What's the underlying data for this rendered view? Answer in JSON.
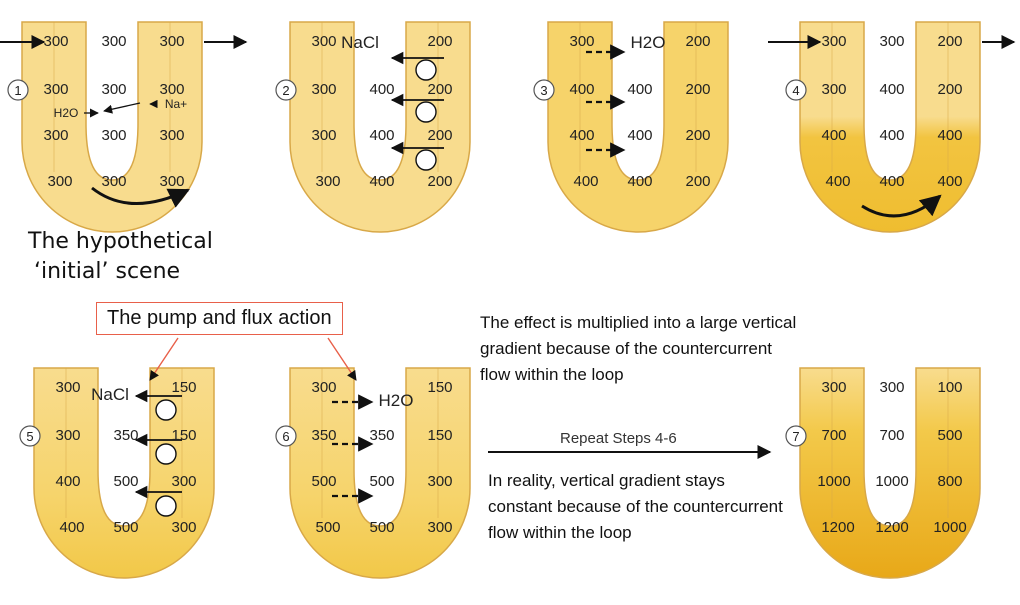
{
  "colors": {
    "tube_fill": "#f8dc8e",
    "tube_edge": "#d8a848",
    "tube_inner": "#ffffff",
    "dense_fill": "#f0c030",
    "densest_fill": "#e8a818",
    "arrow": "#111111",
    "callout_red": "#e8604a"
  },
  "captions": {
    "initial_line1": "The hypothetical",
    "initial_line2": "‘initial’ scene",
    "pump_flux": "The pump and flux action",
    "multiplied": "The effect is multiplied into a large vertical gradient because of the countercurrent flow within the loop",
    "repeat": "Repeat Steps 4-6",
    "reality": "In reality, vertical gradient stays constant because of the countercurrent flow within the loop"
  },
  "panels": [
    {
      "step": "1",
      "cells": {
        "l1": "300",
        "m1": "300",
        "r1": "300",
        "l2": "300",
        "m2": "300",
        "r2": "300",
        "l3": "300",
        "m3": "300",
        "r3": "300",
        "l4": "300",
        "m4": "300",
        "r4": "300"
      },
      "labels": [
        "H2O",
        "Na+"
      ]
    },
    {
      "step": "2",
      "cells": {
        "l1": "300",
        "m1": "",
        "r1": "200",
        "l2": "300",
        "m2": "400",
        "r2": "200",
        "l3": "300",
        "m3": "400",
        "r3": "200",
        "l4": "300",
        "m4": "400",
        "r4": "200"
      },
      "labels": [
        "NaCl"
      ]
    },
    {
      "step": "3",
      "cells": {
        "l1": "300",
        "m1": "",
        "r1": "200",
        "l2": "400",
        "m2": "400",
        "r2": "200",
        "l3": "400",
        "m3": "400",
        "r3": "200",
        "l4": "400",
        "m4": "400",
        "r4": "200"
      },
      "labels": [
        "H2O"
      ]
    },
    {
      "step": "4",
      "cells": {
        "l1": "300",
        "m1": "300",
        "r1": "200",
        "l2": "300",
        "m2": "400",
        "r2": "200",
        "l3": "400",
        "m3": "400",
        "r3": "400",
        "l4": "400",
        "m4": "400",
        "r4": "400"
      },
      "labels": []
    },
    {
      "step": "5",
      "cells": {
        "l1": "300",
        "m1": "",
        "r1": "150",
        "l2": "300",
        "m2": "350",
        "r2": "150",
        "l3": "400",
        "m3": "500",
        "r3": "300",
        "l4": "400",
        "m4": "500",
        "r4": "300"
      },
      "labels": [
        "NaCl"
      ]
    },
    {
      "step": "6",
      "cells": {
        "l1": "300",
        "m1": "",
        "r1": "150",
        "l2": "350",
        "m2": "350",
        "r2": "150",
        "l3": "500",
        "m3": "500",
        "r3": "300",
        "l4": "500",
        "m4": "500",
        "r4": "300"
      },
      "labels": [
        "H2O"
      ]
    },
    {
      "step": "7",
      "cells": {
        "l1": "300",
        "m1": "300",
        "r1": "100",
        "l2": "700",
        "m2": "700",
        "r2": "500",
        "l3": "1000",
        "m3": "1000",
        "r3": "800",
        "l4": "1200",
        "m4": "1200",
        "r4": "1000"
      },
      "labels": []
    }
  ]
}
